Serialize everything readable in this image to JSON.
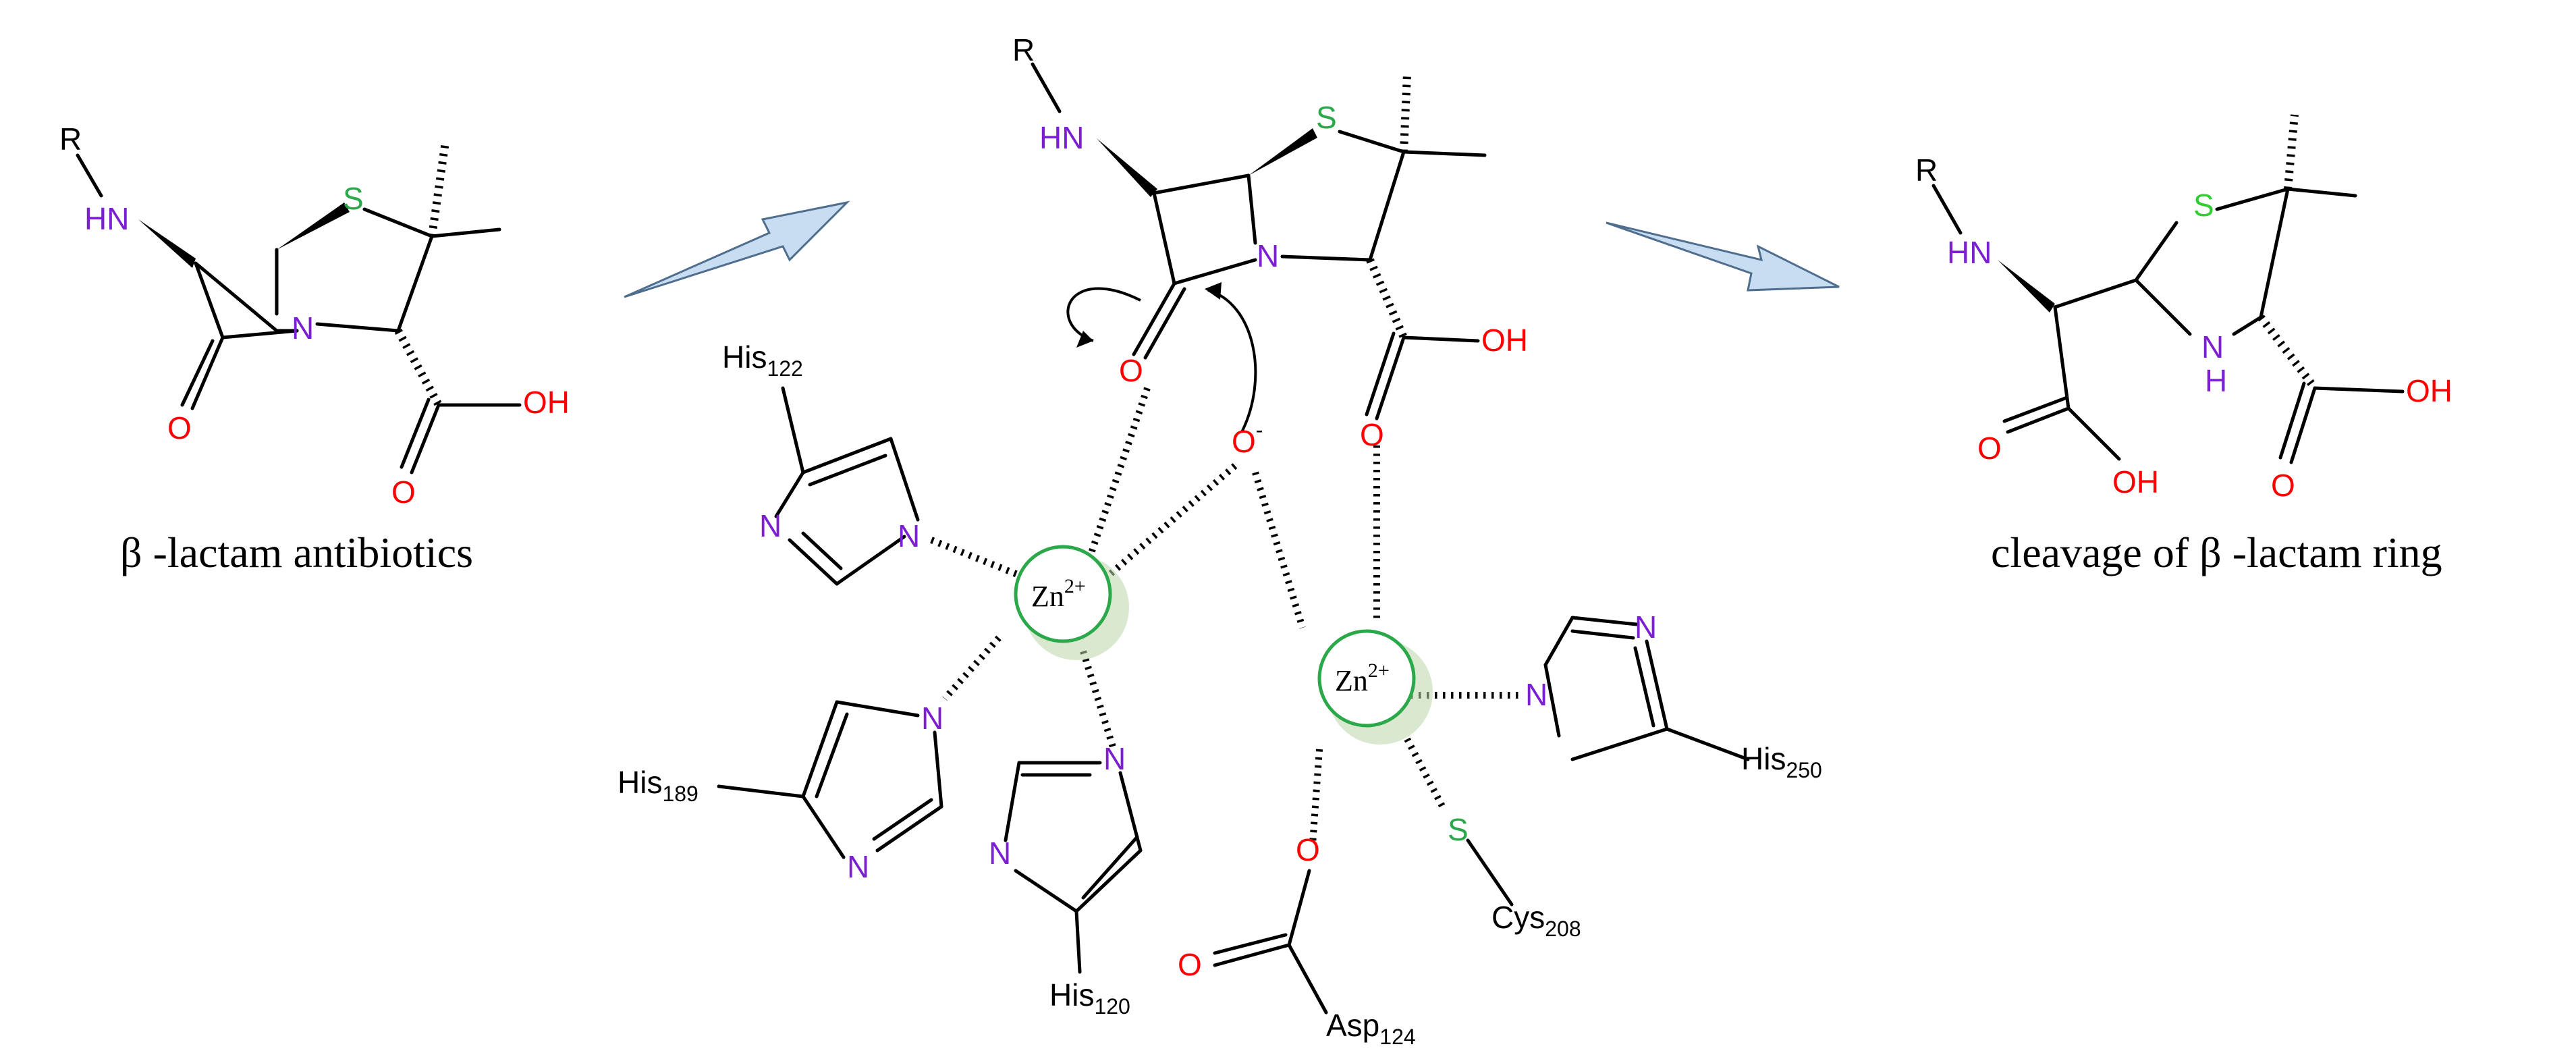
{
  "captions": {
    "left": "β -lactam antibiotics",
    "right": "cleavage of β -lactam ring"
  },
  "atoms": {
    "R": "R",
    "HN": "HN",
    "S": "S",
    "N": "N",
    "O": "O",
    "OH": "OH",
    "H": "H",
    "O_minus": "O",
    "minus": "-"
  },
  "zinc": {
    "label": "Zn",
    "charge": "2+"
  },
  "residues": {
    "his122": {
      "name": "His",
      "num": "122"
    },
    "his189": {
      "name": "His",
      "num": "189"
    },
    "his120": {
      "name": "His",
      "num": "120"
    },
    "his250": {
      "name": "His",
      "num": "250"
    },
    "cys208": {
      "name": "Cys",
      "num": "208"
    },
    "asp124": {
      "name": "Asp",
      "num": "124"
    }
  },
  "colors": {
    "nitrogen": "#7b1fd1",
    "sulfur": "#2aa84a",
    "sulfur_product": "#33cc33",
    "oxygen": "#ff0000",
    "zinc_ring": "#2aa84a",
    "arrow_fill": "#c8dcf2"
  }
}
